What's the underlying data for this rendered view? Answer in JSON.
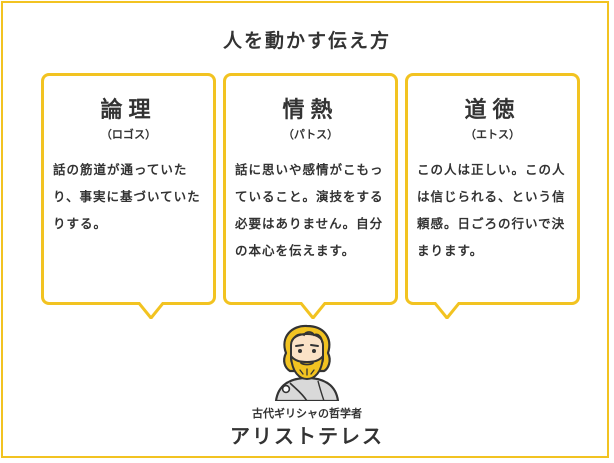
{
  "title": "人を動かす伝え方",
  "cards": [
    {
      "heading": "論理",
      "reading": "（ロゴス）",
      "body": "話の筋道が通っていたり、事実に基づいていたりする。"
    },
    {
      "heading": "情熱",
      "reading": "（パトス）",
      "body": "話に思いや感情がこもっていること。演技をする必要はありません。自分の本心を伝えます。"
    },
    {
      "heading": "道徳",
      "reading": "（エトス）",
      "body": "この人は正しい。この人は信じられる、という信頼感。日ごろの行いで決まります。"
    }
  ],
  "figure": {
    "caption": "古代ギリシャの哲学者",
    "name": "アリストテレス",
    "icon": "aristotle-illustration"
  },
  "colors": {
    "accent": "#f2c321",
    "text": "#333333",
    "skin": "#fbe2c6",
    "robe": "#d9d9d9"
  }
}
